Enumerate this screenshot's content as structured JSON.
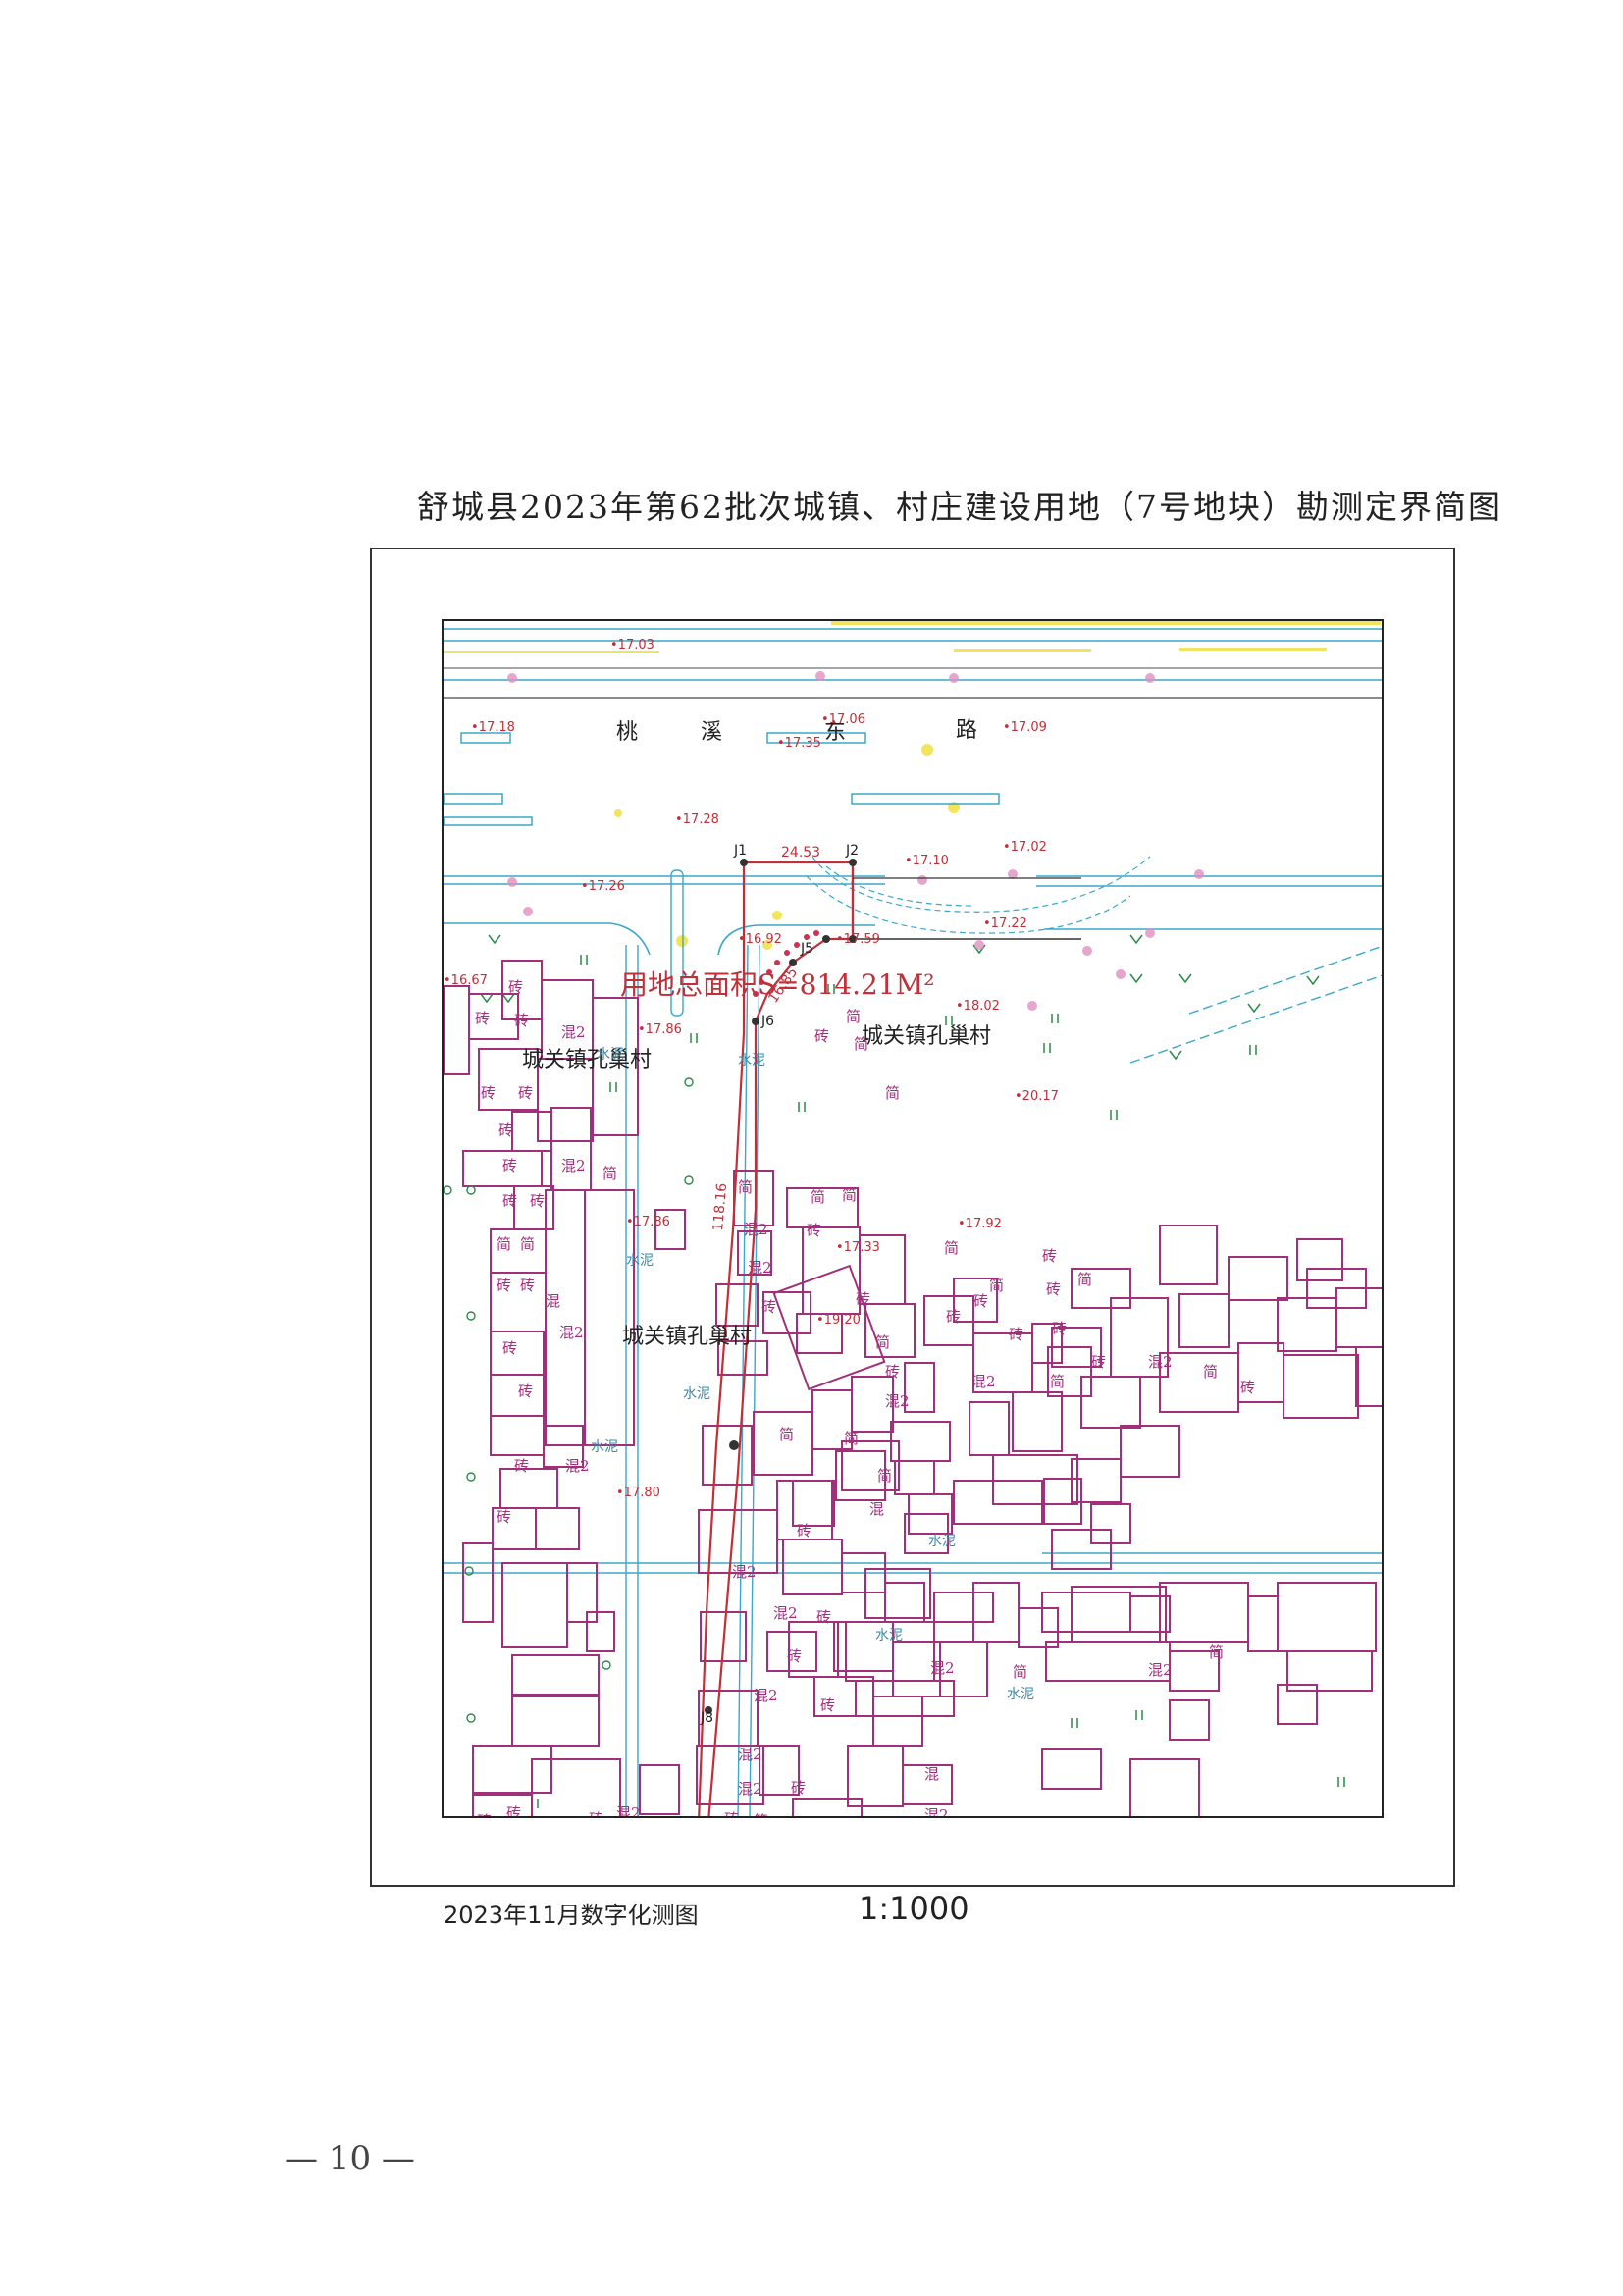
{
  "document": {
    "title": "舒城县2023年第62批次城镇、村庄建设用地（7号地块）勘测定界简图",
    "footer_survey": "2023年11月数字化测图",
    "footer_scale": "1:1000",
    "page_number": "— 10 —"
  },
  "map": {
    "total_area_label": "用地总面积S=814.21M²",
    "road_chars": [
      "桃",
      "溪",
      "东",
      "路"
    ],
    "village_labels": [
      "城关镇孔巢村",
      "城关镇孔巢村",
      "城关镇孔巢村"
    ],
    "points": [
      "J1",
      "J2",
      "J5",
      "J6",
      "J8"
    ],
    "edge_lengths": [
      "24.53",
      "16.85",
      "118.16"
    ],
    "spot_heights": [
      "17.03",
      "17.18",
      "17.06",
      "17.35",
      "17.09",
      "17.28",
      "17.02",
      "17.26",
      "17.10",
      "17.22",
      "17.59",
      "16.92",
      "16.67",
      "18.02",
      "17.86",
      "17.86",
      "17.33",
      "17.92",
      "20.17",
      "19.20",
      "17.80"
    ],
    "material_labels": {
      "brick": "砖",
      "mixed": "混",
      "mixed2": "混2",
      "simple": "简",
      "cement": "水泥"
    },
    "colors": {
      "building": "#a0307a",
      "parcel_boundary": "#c0303a",
      "road_cyan": "#3aa8c8",
      "vegetation": "#2a8a4a",
      "highlight_yellow": "#f0e040"
    }
  }
}
